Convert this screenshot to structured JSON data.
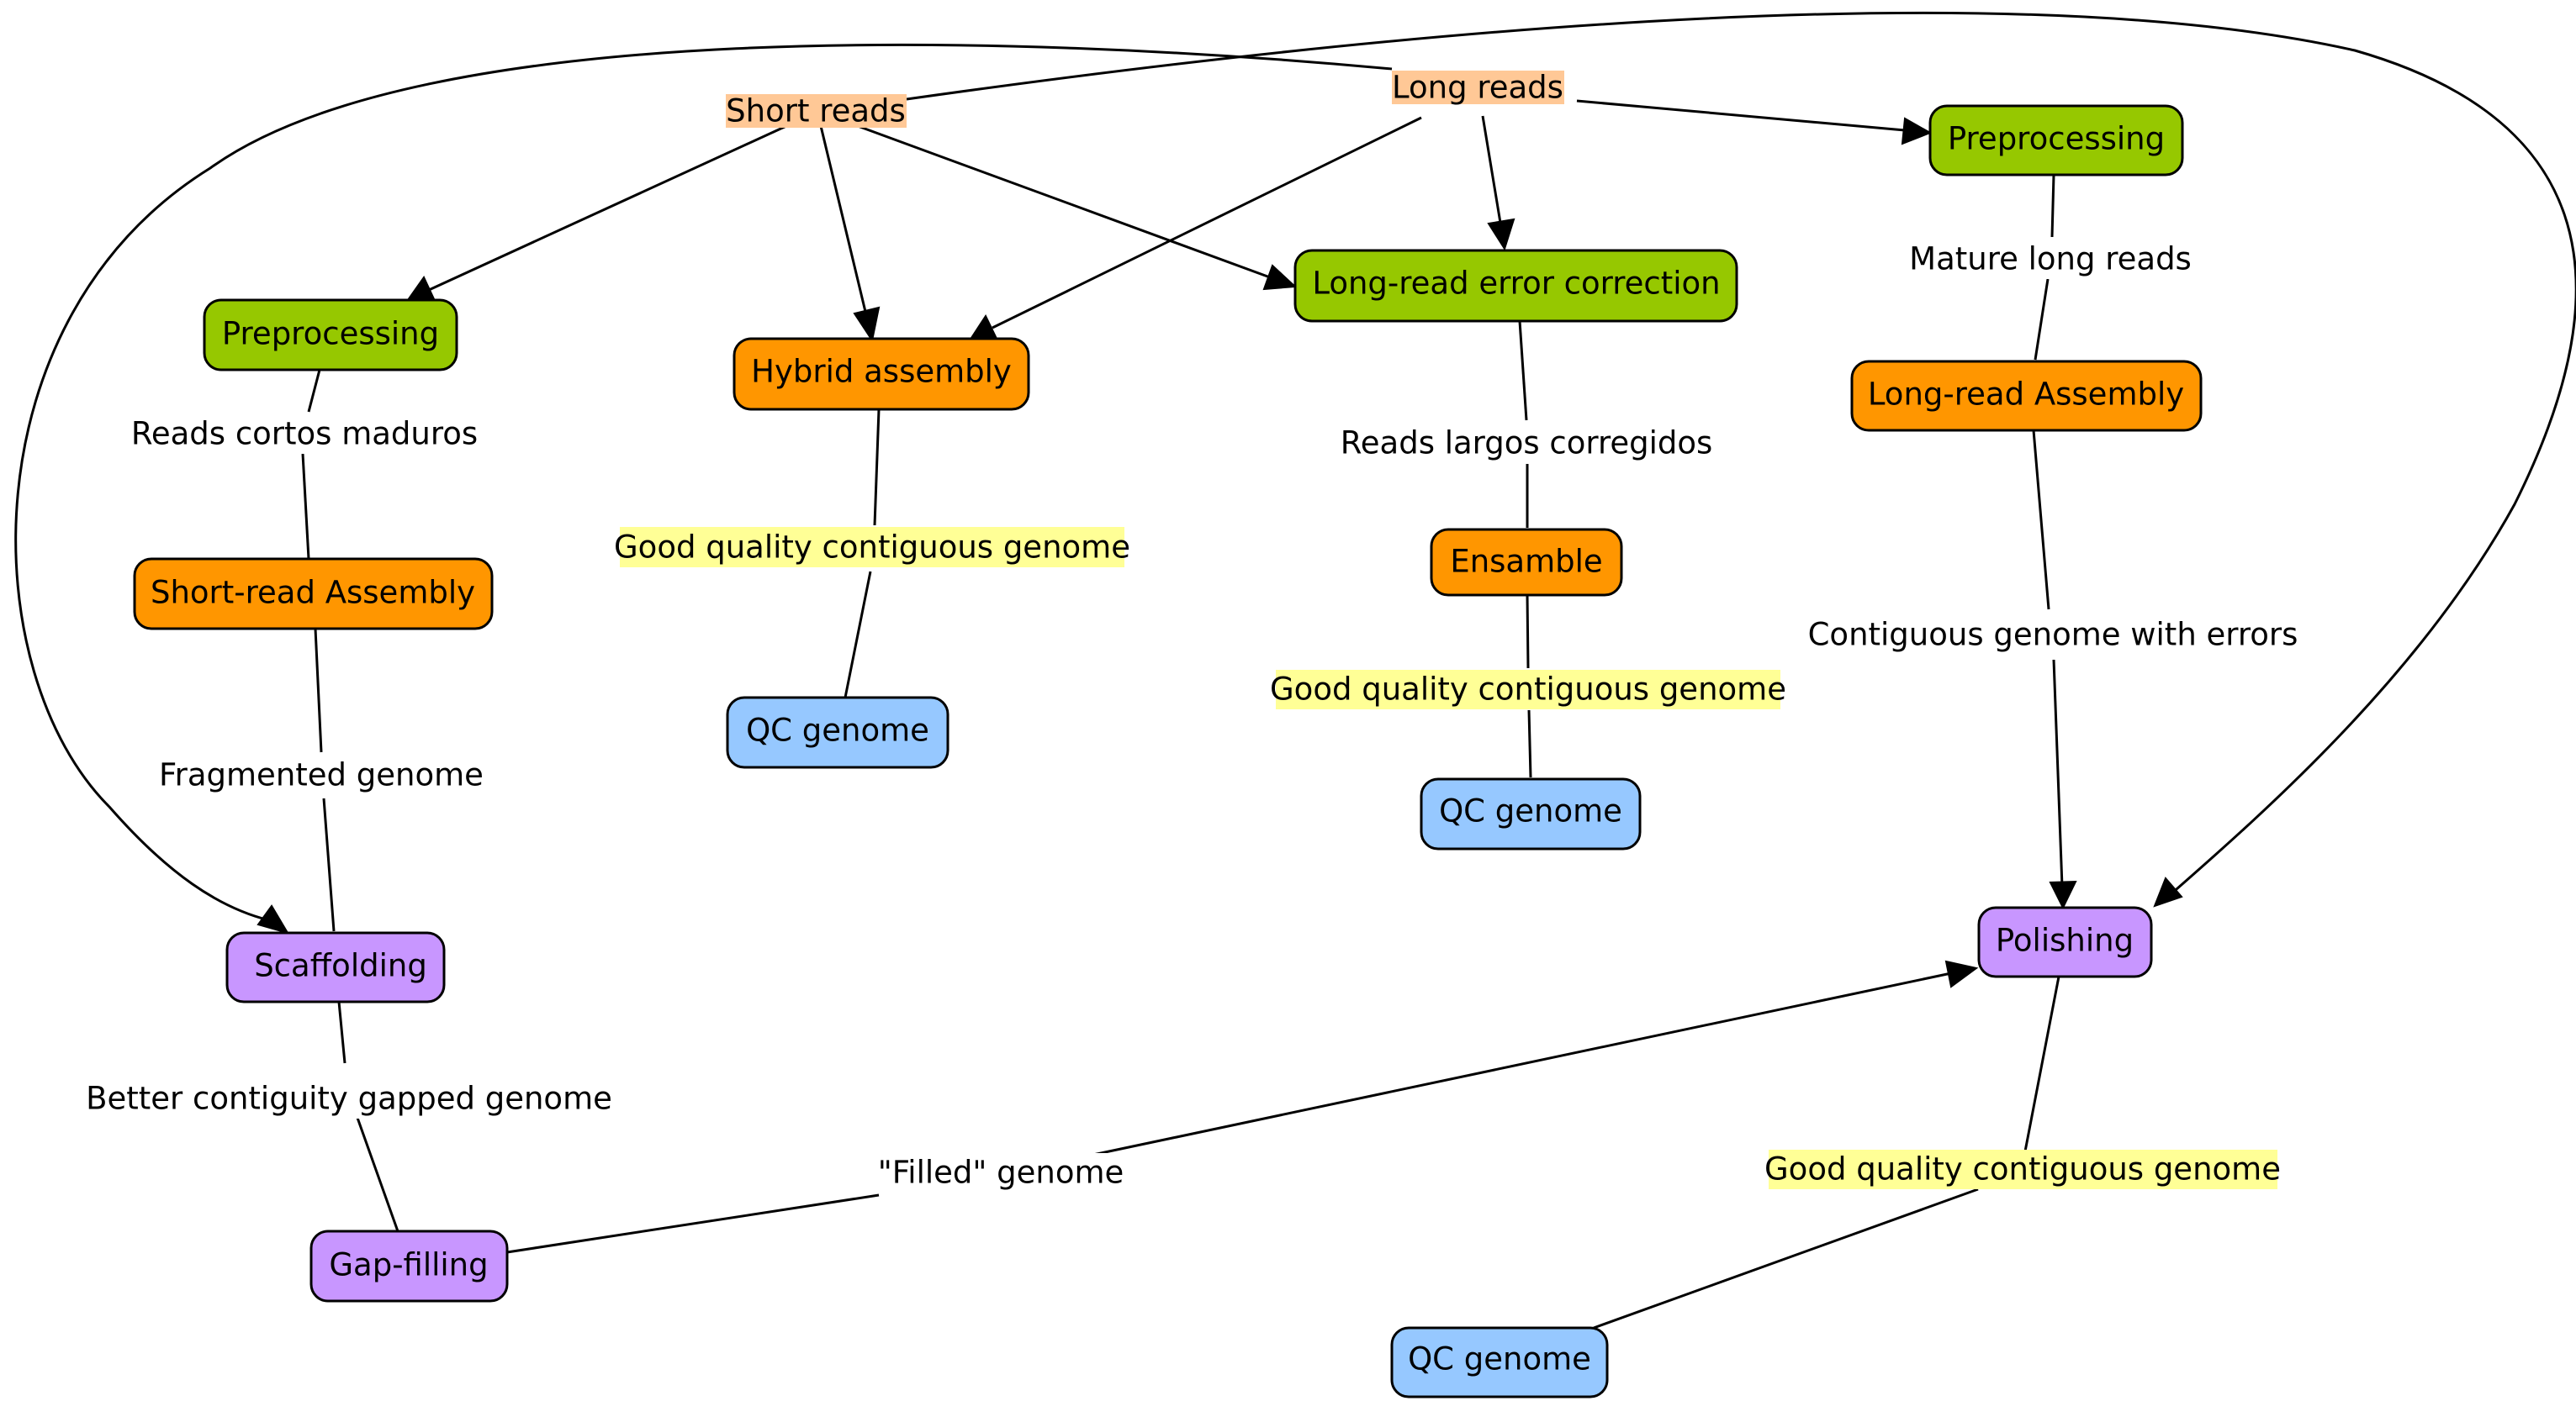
{
  "colors": {
    "source": "#ffc896",
    "preprocess": "#96c800",
    "assembly": "#ff9600",
    "qc": "#96c8ff",
    "refine": "#c896ff",
    "highlight": "#ffff96"
  },
  "sources": {
    "short_reads": "Short reads",
    "long_reads": "Long reads"
  },
  "nodes": {
    "preprocessing_short": "Preprocessing",
    "short_read_assembly": "Short-read Assembly",
    "scaffolding": "Scaffolding",
    "gap_filling": "Gap-filling",
    "hybrid_assembly": "Hybrid assembly",
    "qc_hybrid": "QC genome",
    "long_read_error_correction": "Long-read error correction",
    "ensamble": "Ensamble",
    "qc_ensamble": "QC genome",
    "preprocessing_long": "Preprocessing",
    "long_read_assembly": "Long-read Assembly",
    "polishing": "Polishing",
    "qc_polishing": "QC genome"
  },
  "edge_labels": {
    "reads_cortos_maduros": "Reads cortos maduros",
    "fragmented_genome": "Fragmented genome",
    "better_contiguity": "Better contiguity gapped genome",
    "filled_genome": "\"Filled\" genome",
    "good_quality_hybrid": "Good quality contiguous genome",
    "reads_largos_corregidos": "Reads largos corregidos",
    "good_quality_ensamble": "Good quality contiguous genome",
    "mature_long_reads": "Mature long reads",
    "contiguous_with_errors": "Contiguous genome with errors",
    "good_quality_polishing": "Good quality contiguous genome"
  }
}
